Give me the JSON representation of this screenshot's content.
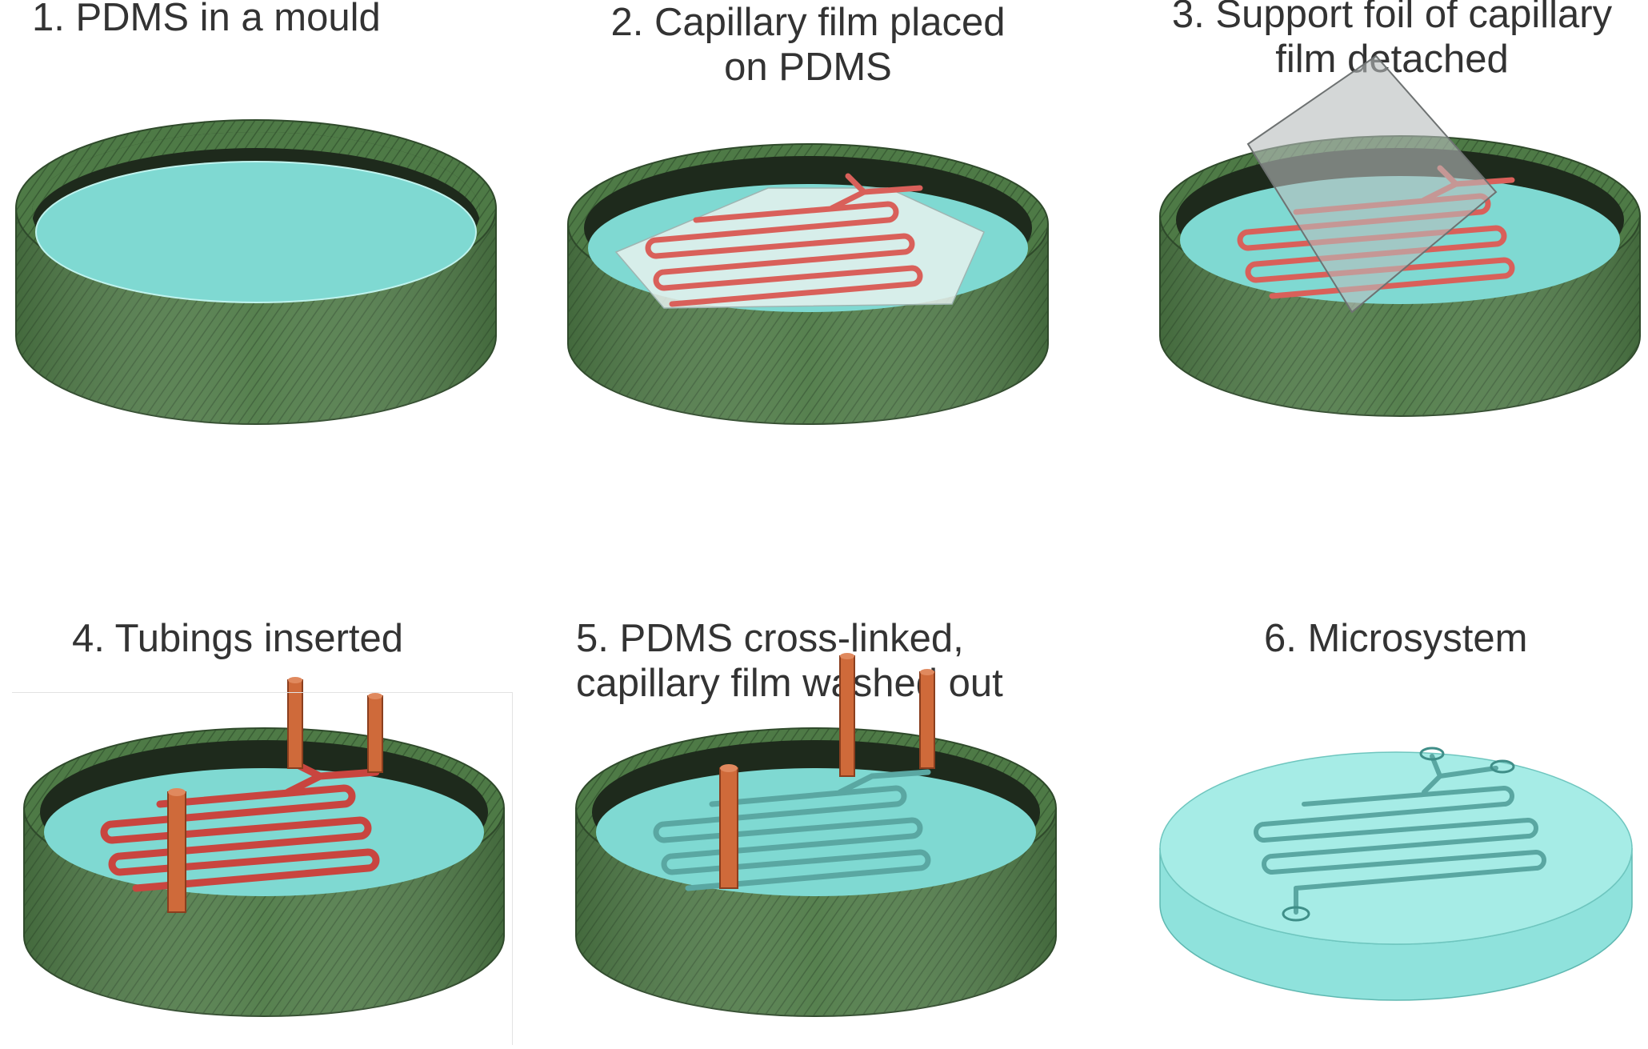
{
  "steps": [
    {
      "label_lines": [
        "1. PDMS in a mould"
      ]
    },
    {
      "label_lines": [
        "2. Capillary film placed",
        "on PDMS"
      ]
    },
    {
      "label_lines": [
        "3. Support foil of capillary",
        "film detached"
      ]
    },
    {
      "label_lines": [
        "4. Tubings inserted"
      ]
    },
    {
      "label_lines": [
        "5. PDMS cross-linked,",
        "capillary film washed out"
      ]
    },
    {
      "label_lines": [
        "6. Microsystem"
      ]
    }
  ],
  "colors": {
    "mould": "#4e7a46",
    "mould_dark": "#3a5e35",
    "pdms": "#7fd9d2",
    "pdms_light": "#a6ece6",
    "capillary": "#d9605a",
    "film": "#e6f1ef",
    "tubing": "#cf6a3a",
    "foil": "#b8bcbc"
  },
  "icons": [
    "mould-icon",
    "pdms-layer-icon",
    "capillary-channel-icon",
    "tubing-icon",
    "support-foil-icon"
  ]
}
